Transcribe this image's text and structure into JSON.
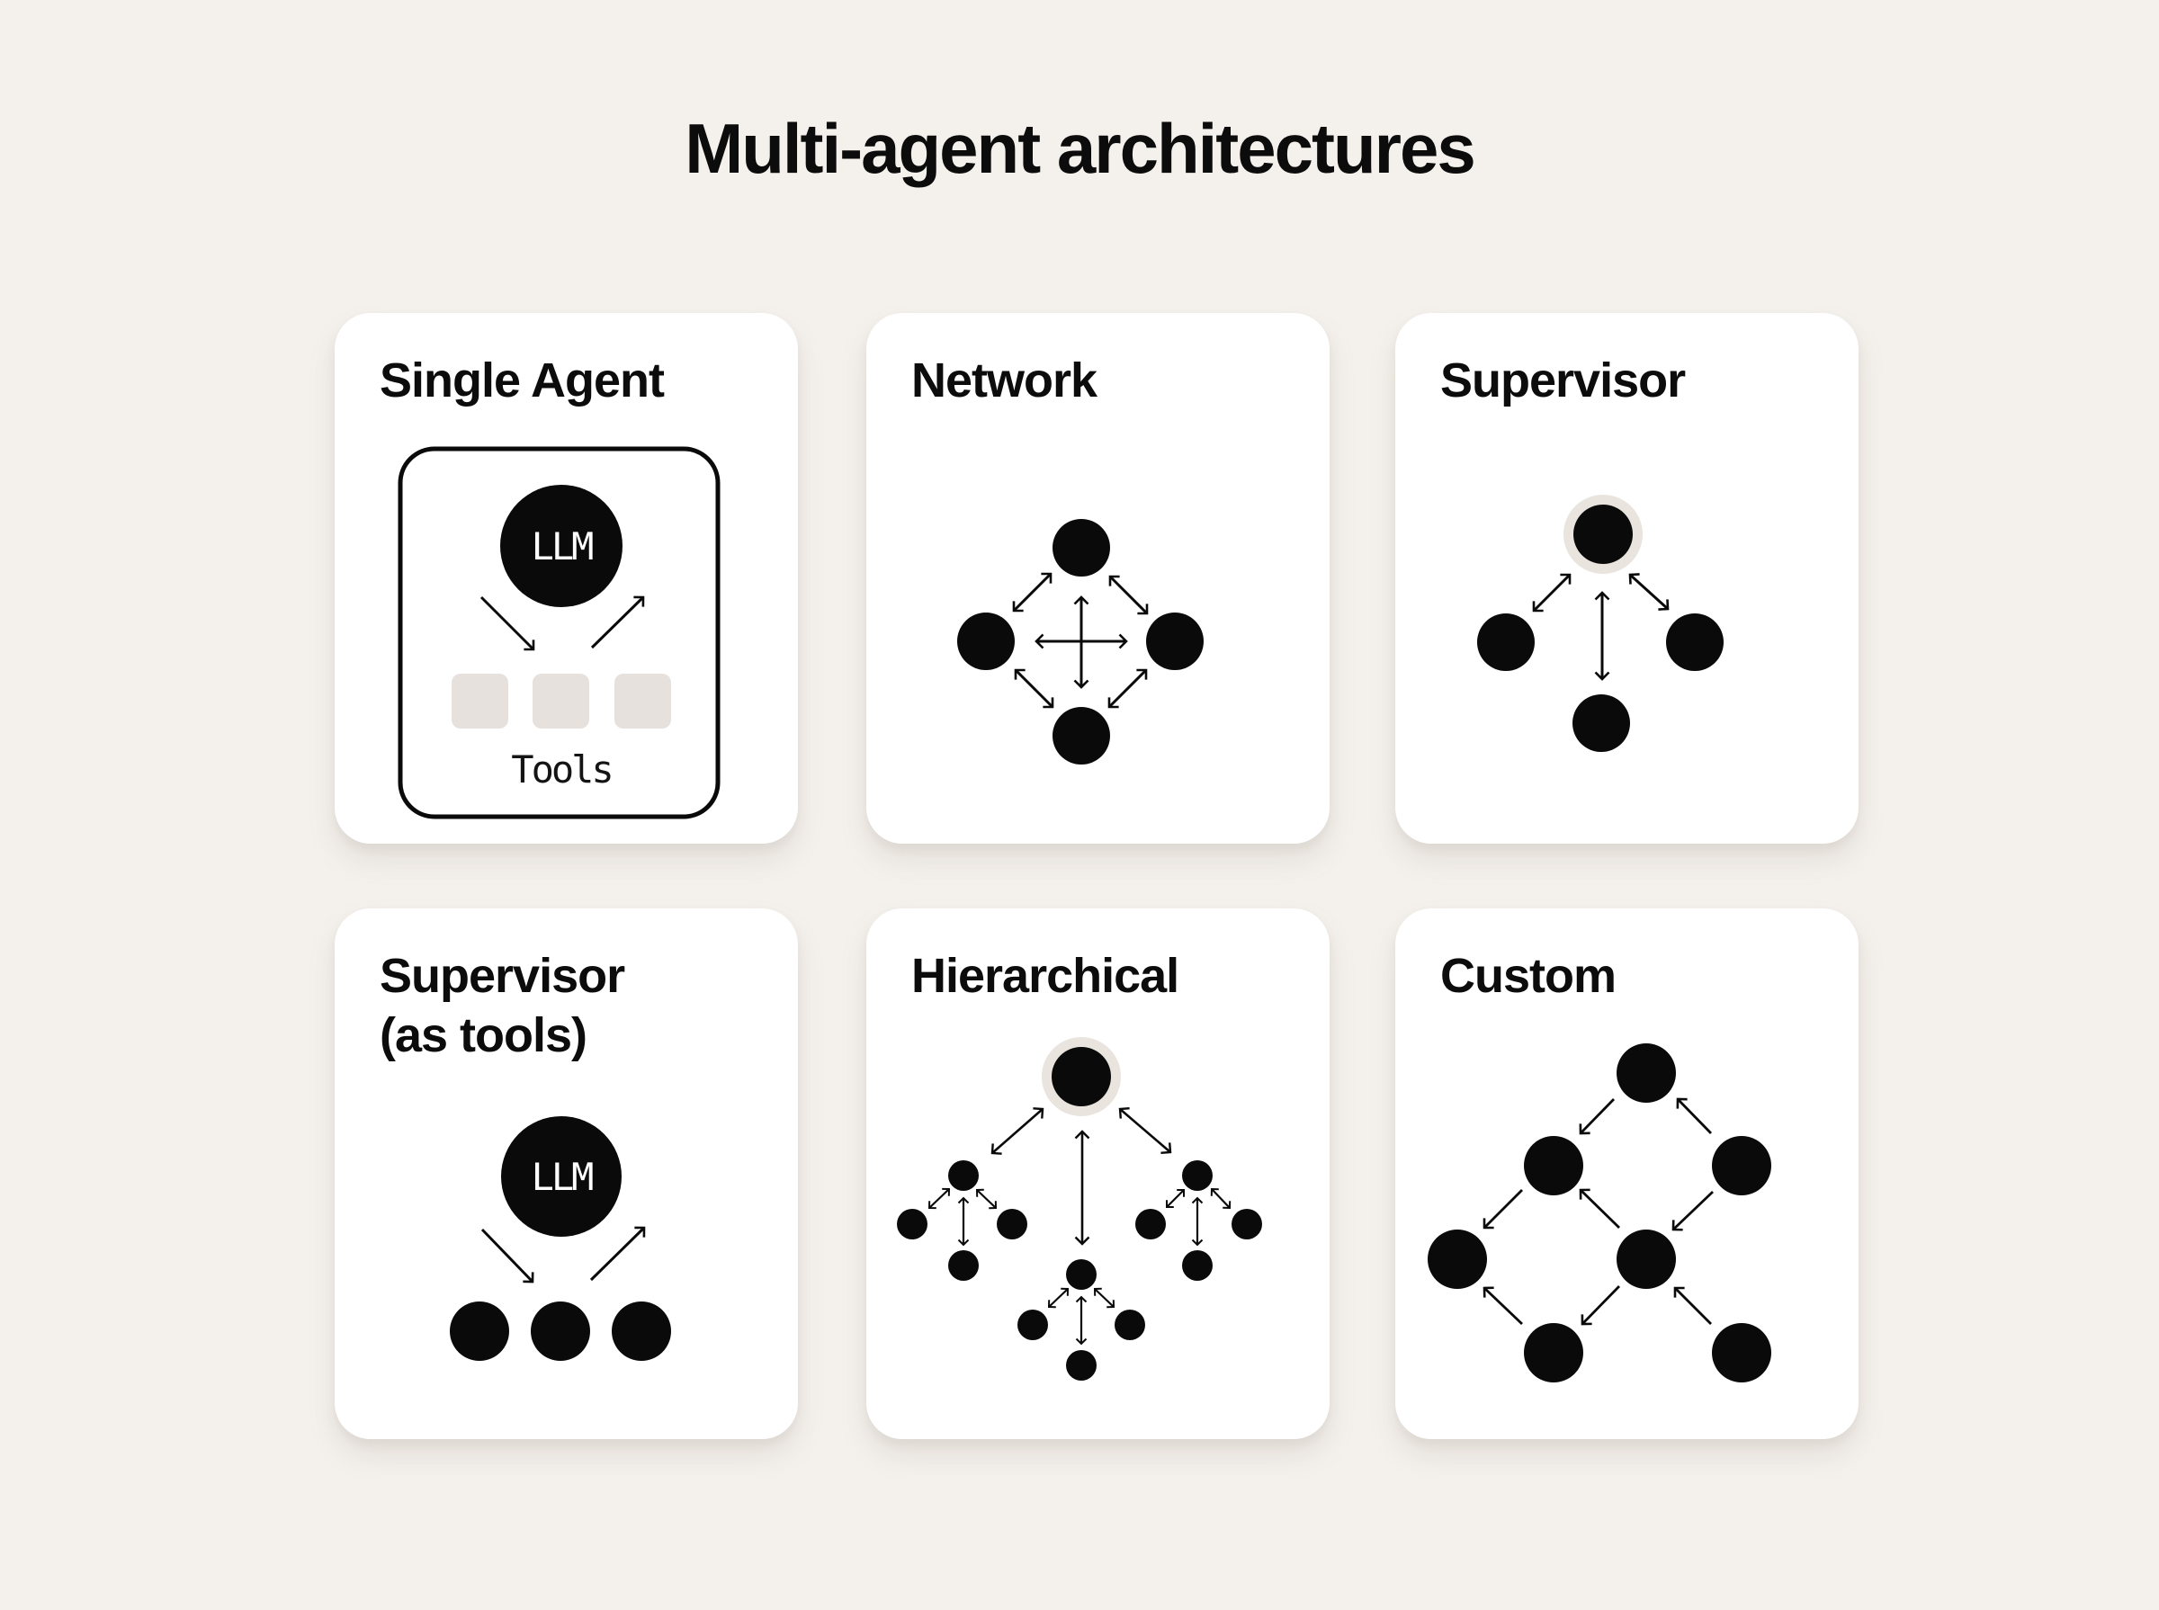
{
  "page": {
    "title": "Multi-agent architectures"
  },
  "colors": {
    "background": "#F4F0EC",
    "card": "#FFFFFF",
    "ink": "#0A0A0A",
    "halo": "#E9E4DE",
    "tool_square": "#E6E1DC",
    "llm_text": "#FFFFFF"
  },
  "labels": {
    "llm": "LLM",
    "tools": "Tools"
  },
  "cards": [
    {
      "title": "Single Agent"
    },
    {
      "title": "Network"
    },
    {
      "title": "Supervisor"
    },
    {
      "title": "Supervisor\n(as tools)"
    },
    {
      "title": "Hierarchical"
    },
    {
      "title": "Custom"
    }
  ]
}
